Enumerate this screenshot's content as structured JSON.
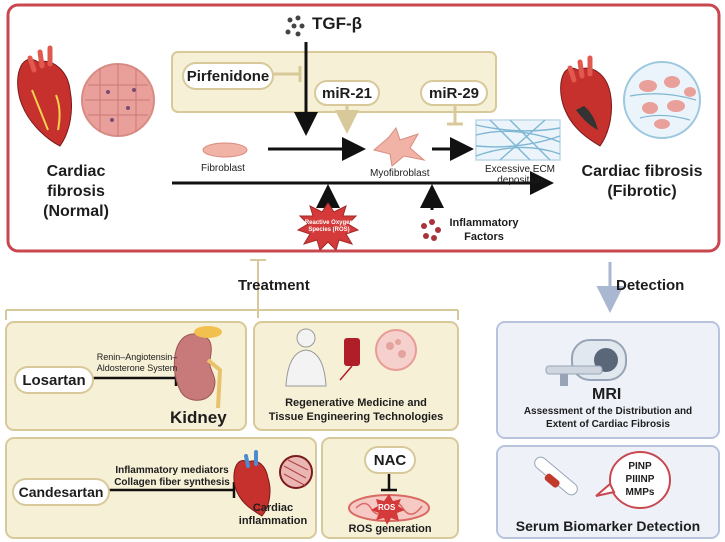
{
  "pathway": {
    "tgf_beta": "TGF-β",
    "pirfenidone": "Pirfenidone",
    "mir21": "miR-21",
    "mir29": "miR-29",
    "fibroblast": "Fibroblast",
    "myofibroblast": "Myofibroblast",
    "ecm_line1": "Excessive ECM",
    "ecm_line2": "deposition",
    "normal_line1": "Cardiac fibrosis",
    "normal_line2": "(Normal)",
    "fibrotic_line1": "Cardiac fibrosis",
    "fibrotic_line2": "(Fibrotic)",
    "ros_line1": "Reactive Oxygen",
    "ros_line2": "Species (ROS)",
    "inflammatory_line1": "Inflammatory",
    "inflammatory_line2": "Factors"
  },
  "treatment": {
    "heading": "Treatment",
    "losartan": "Losartan",
    "raas_line1": "Renin–Angiotensin–",
    "raas_line2": "Aldosterone System",
    "kidney": "Kidney",
    "regen_line1": "Regenerative Medicine and",
    "regen_line2": "Tissue Engineering Technologies",
    "candesartan": "Candesartan",
    "mediators_line1": "Inflammatory mediators",
    "mediators_line2": "Collagen fiber synthesis",
    "cardiac_line1": "Cardiac",
    "cardiac_line2": "inflammation",
    "nac": "NAC",
    "ros_short": "ROS",
    "ros_generation": "ROS generation"
  },
  "detection": {
    "heading": "Detection",
    "mri": "MRI",
    "mri_line1": "Assessment of the Distribution and",
    "mri_line2": "Extent of Cardiac Fibrosis",
    "biomarkers": [
      "PINP",
      "PIIINP",
      "MMPs"
    ],
    "serum": "Serum Biomarker Detection"
  },
  "colors": {
    "outer_border": "#c9474f",
    "beige_border": "#d8c99a",
    "beige_fill": "#f6f0d6",
    "blue_border": "#b7c4db",
    "blue_fill": "#eef2f8",
    "arrow_dark": "#111111",
    "inhibit_beige": "#d8c99a",
    "ros_red": "#d43a3a"
  }
}
